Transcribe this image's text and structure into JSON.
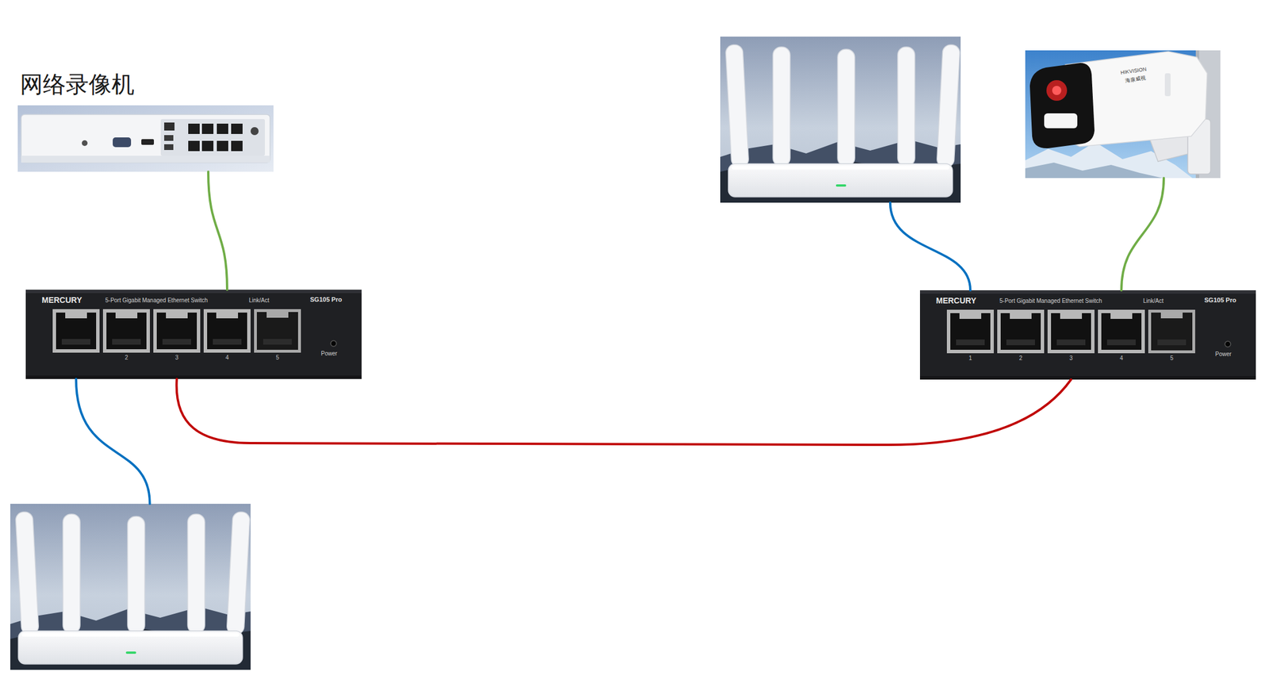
{
  "diagram": {
    "nodes": [
      {
        "text": [
          "网络录像机"
        ]
      },
      {
        "text": [
          "MERCURY",
          "5-Port Gigabit Managed Ethernet Switch",
          "Link/Act",
          "SG105 Pro",
          "2",
          "3",
          "4",
          "5",
          "Power"
        ]
      },
      {
        "text": []
      },
      {
        "text": []
      },
      {
        "text": [
          "HIKVISION",
          "海康威视"
        ]
      },
      {
        "text": [
          "MERCURY",
          "5-Port Gigabit Managed Ethernet Switch",
          "Link/Act",
          "SG105 Pro",
          "1",
          "2",
          "3",
          "4",
          "5",
          "Power"
        ]
      }
    ],
    "edges": [
      {
        "from": 0,
        "to": 1,
        "arrow": "none"
      },
      {
        "from": 1,
        "to": 2,
        "arrow": "none"
      },
      {
        "from": 1,
        "to": 5,
        "arrow": "none"
      },
      {
        "from": 3,
        "to": 5,
        "arrow": "none"
      },
      {
        "from": 4,
        "to": 5,
        "arrow": "none"
      }
    ]
  }
}
